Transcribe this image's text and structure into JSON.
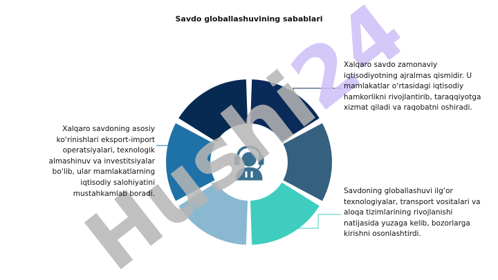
{
  "title": "Savdo globallashuvining sabablari",
  "watermark_text": "Hushi24",
  "colors": {
    "segment_1": "#062a52",
    "segment_2": "#0a2a5a",
    "segment_3": "#35607f",
    "segment_4": "#3ecdbf",
    "segment_5": "#8ab8d0",
    "segment_6": "#1e72a8",
    "hub_icon": "#3a6f8f",
    "connector_top": "#0a2a5a",
    "connector_bottom": "#3ecdbf",
    "connector_left": "#1e72a8",
    "watermark_grey": "#b5b5b5",
    "watermark_purple": "#cbbef7"
  },
  "icons": {
    "hub": "customer-support-agent-icon"
  },
  "texts": {
    "top_right": "Xalqaro savdo zamonaviy iqtisodiyotning ajralmas qismidir. U mamlakatlar o‘rtasidagi iqtisodiy hamkorlikni rivojlantirib, taraqqiyotga xizmat qiladi va raqobatni oshiradi.",
    "bottom_right": "Savdoning globallashuvi ilg‘or texnologiyalar, transport vositalari va aloqa tizimlarining rivojlanishi natijasida yuzaga kelib, bozorlarga kirishni osonlashtirdi.",
    "left": "Xalqaro savdoning asosiy ko‘rinishlari eksport-import operatsiyalari, texnologik almashinuv va investitsiyalar bo‘lib, ular mamlakatlarning iqtisodiy salohiyatini mustahkamlab boradi."
  }
}
